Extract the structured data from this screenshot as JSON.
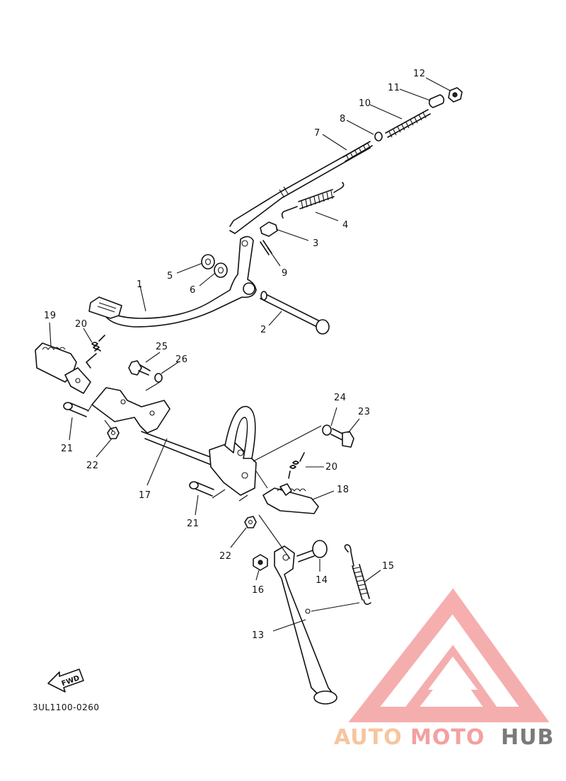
{
  "diagram_code": "3UL1100-0260",
  "fwd_label": "FWD",
  "watermark": {
    "part1": "AUTO",
    "part2": "MOTO",
    "part3": "HUB",
    "color_light": "#F7C59F",
    "color_pink": "#F4A0A0",
    "color_gray": "#7A7A7A"
  },
  "callouts": [
    "1",
    "2",
    "3",
    "4",
    "5",
    "6",
    "7",
    "8",
    "9",
    "10",
    "11",
    "12",
    "13",
    "14",
    "15",
    "16",
    "17",
    "18",
    "19",
    "20",
    "20",
    "21",
    "21",
    "22",
    "22",
    "23",
    "24",
    "25",
    "26"
  ]
}
